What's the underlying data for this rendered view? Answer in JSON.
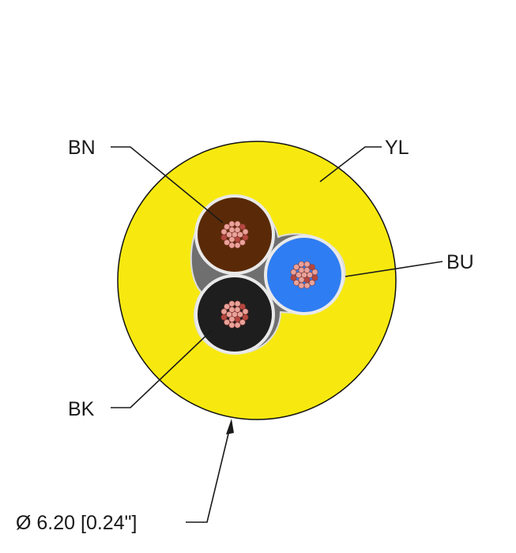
{
  "labels": {
    "brown": "BN",
    "yellow": "YL",
    "blue": "BU",
    "black": "BK"
  },
  "dimension": "Ø 6.20 [0.24\"]",
  "colors": {
    "jacket": "#f7e90f",
    "jacket_stroke": "#111111",
    "filler": "#6f6f6f",
    "brown_insulation": "#5a2a08",
    "blue_insulation": "#2f7df2",
    "black_insulation": "#1e1e1e",
    "strand": "#e8a29a",
    "strand_dark": "#b5473f"
  }
}
